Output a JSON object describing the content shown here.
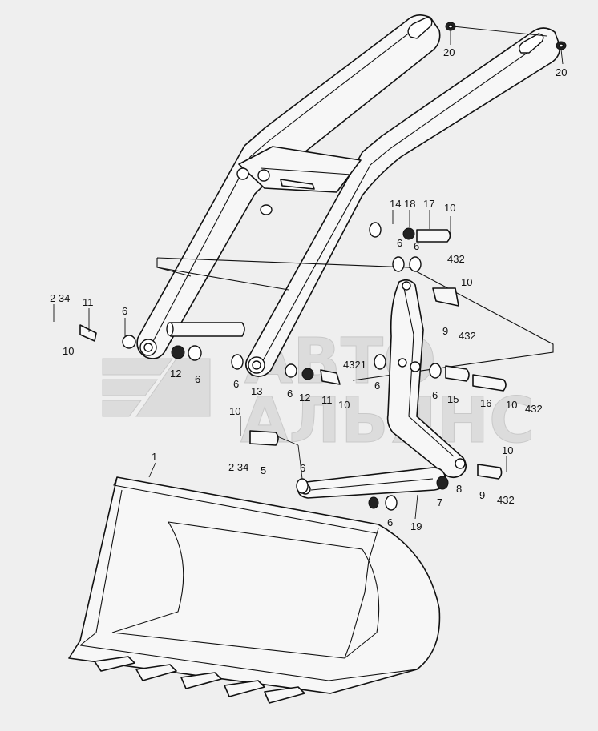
{
  "watermark": {
    "line1": "АВТО",
    "line2": "АЛЬЯНС"
  },
  "callouts": [
    {
      "id": "c20a",
      "text": "20"
    },
    {
      "id": "c20b",
      "text": "20"
    },
    {
      "id": "c14",
      "text": "14"
    },
    {
      "id": "c18",
      "text": "18"
    },
    {
      "id": "c17",
      "text": "17"
    },
    {
      "id": "c10a",
      "text": "10"
    },
    {
      "id": "c6a",
      "text": "6"
    },
    {
      "id": "c432a",
      "text": "432"
    },
    {
      "id": "c6b",
      "text": "6"
    },
    {
      "id": "c10b",
      "text": "10"
    },
    {
      "id": "c9a",
      "text": "9"
    },
    {
      "id": "c432b",
      "text": "432"
    },
    {
      "id": "c234a",
      "text": "2 34"
    },
    {
      "id": "c11a",
      "text": "11"
    },
    {
      "id": "c6c",
      "text": "6"
    },
    {
      "id": "c10c",
      "text": "10"
    },
    {
      "id": "c12a",
      "text": "12"
    },
    {
      "id": "c6d",
      "text": "6"
    },
    {
      "id": "c6e",
      "text": "6"
    },
    {
      "id": "c13",
      "text": "13"
    },
    {
      "id": "c6f",
      "text": "6"
    },
    {
      "id": "c12b",
      "text": "12"
    },
    {
      "id": "c4321",
      "text": "4321"
    },
    {
      "id": "c11b",
      "text": "11"
    },
    {
      "id": "c10d",
      "text": "10"
    },
    {
      "id": "c6g",
      "text": "6"
    },
    {
      "id": "c6h",
      "text": "6"
    },
    {
      "id": "c15",
      "text": "15"
    },
    {
      "id": "c16",
      "text": "16"
    },
    {
      "id": "c10e",
      "text": "10"
    },
    {
      "id": "c432c",
      "text": "432"
    },
    {
      "id": "c10f",
      "text": "10"
    },
    {
      "id": "c234b",
      "text": "2 34"
    },
    {
      "id": "c5",
      "text": "5"
    },
    {
      "id": "c1",
      "text": "1"
    },
    {
      "id": "c6i",
      "text": "6"
    },
    {
      "id": "c8",
      "text": "8"
    },
    {
      "id": "c7",
      "text": "7"
    },
    {
      "id": "c19",
      "text": "19"
    },
    {
      "id": "c6j",
      "text": "6"
    },
    {
      "id": "c10g",
      "text": "10"
    },
    {
      "id": "c9b",
      "text": "9"
    },
    {
      "id": "c432d",
      "text": "432"
    }
  ]
}
